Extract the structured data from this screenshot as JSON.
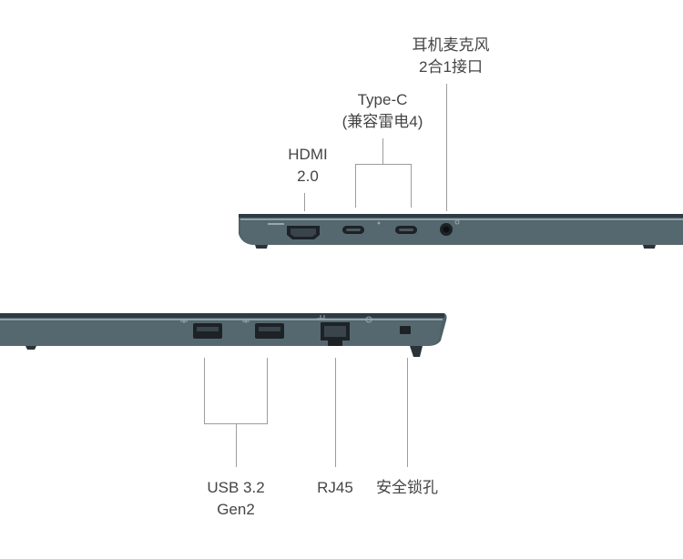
{
  "labels": {
    "headphone_line1": "耳机麦克风",
    "headphone_line2": "2合1接口",
    "typec_line1": "Type-C",
    "typec_line2": "(兼容雷电4)",
    "hdmi_line1": "HDMI",
    "hdmi_line2": "2.0",
    "usb_line1": "USB 3.2",
    "usb_line2": "Gen2",
    "rj45": "RJ45",
    "lock": "安全锁孔"
  },
  "colors": {
    "body": "#4d5e64",
    "body_dark": "#33414a",
    "edge_highlight": "#8fa3ab",
    "port": "#1c2226",
    "line": "#9c9c9c",
    "text": "#444444"
  }
}
